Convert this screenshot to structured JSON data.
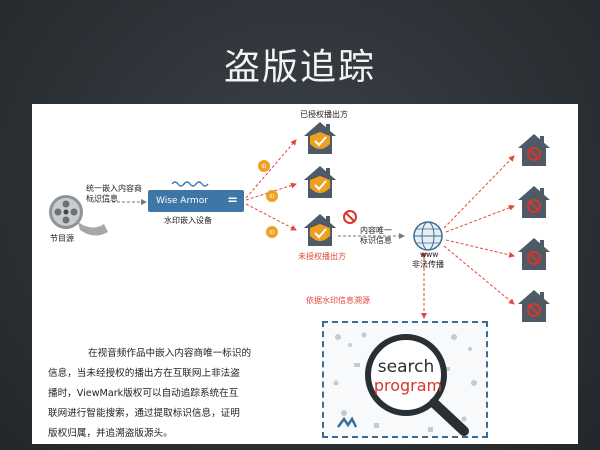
{
  "slide": {
    "title": "盗版追踪"
  },
  "diagram": {
    "source_label": "节目源",
    "embed_label_line1": "统一嵌入内容商",
    "embed_label_line2": "标识信息",
    "device_name": "Wise Armor",
    "device_caption": "水印嵌入设备",
    "authorized_label": "已授权播出方",
    "unauthorized_label": "未授权播出方",
    "unique_id_line1": "内容唯一",
    "unique_id_line2": "标识信息",
    "illegal_spread_label": "非法传播",
    "www_label": "www",
    "trace_label": "依据水印信息溯源",
    "id_tag": "ID",
    "search_word1": "search",
    "search_word2": "program"
  },
  "description": {
    "lines": [
      "在视音频作品中嵌入内容商唯一标识的",
      "信息，当未经授权的播出方在互联网上非法盗",
      "播时，ViewMark版权可以自动追踪系统在互",
      "联网进行智能搜索，通过提取标识信息，证明",
      "版权归属，并追溯盗版源头。"
    ]
  },
  "colors": {
    "house": "#4e5b66",
    "shield": "#f0a020",
    "device": "#3f76a8",
    "arrow_red": "#e2483a",
    "forbid_red": "#d9362b",
    "dashed_blue": "#3a6e96"
  }
}
